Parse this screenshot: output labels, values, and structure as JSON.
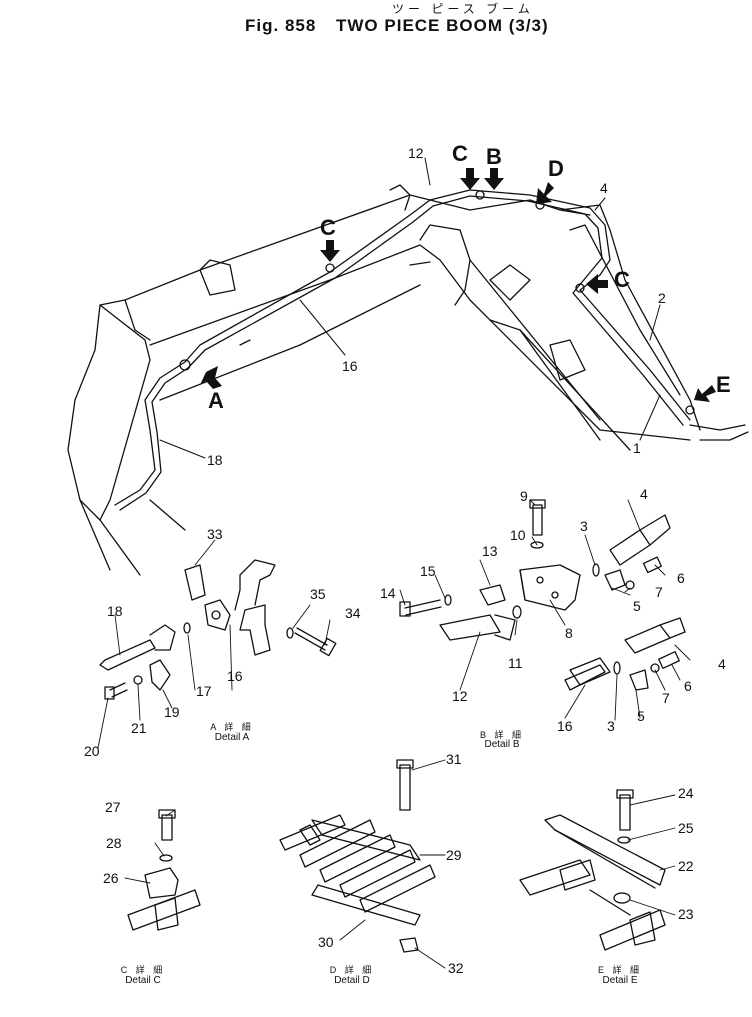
{
  "header": {
    "kana": "ツー  ピース  ブーム",
    "fig_label": "Fig. 858",
    "title": "TWO PIECE BOOM (3/3)"
  },
  "callouts": [
    "A",
    "B",
    "C",
    "C",
    "C",
    "D",
    "E"
  ],
  "part_numbers": {
    "n1": "1",
    "n2": "2",
    "n3a": "3",
    "n3b": "3",
    "n4a": "4",
    "n4b": "4",
    "n4c": "4",
    "n5a": "5",
    "n5b": "5",
    "n6a": "6",
    "n6b": "6",
    "n7a": "7",
    "n7b": "7",
    "n8": "8",
    "n9": "9",
    "n10": "10",
    "n11": "11",
    "n12a": "12",
    "n12b": "12",
    "n13": "13",
    "n14": "14",
    "n15": "15",
    "n16a": "16",
    "n16b": "16",
    "n16c": "16",
    "n17": "17",
    "n18a": "18",
    "n18b": "18",
    "n19": "19",
    "n20": "20",
    "n21": "21",
    "n22": "22",
    "n23": "23",
    "n24": "24",
    "n25": "25",
    "n26": "26",
    "n27": "27",
    "n28": "28",
    "n29": "29",
    "n30": "30",
    "n31": "31",
    "n32": "32",
    "n33": "33",
    "n34": "34",
    "n35": "35"
  },
  "details": {
    "a": {
      "jp": "A 詳 細",
      "en": "Detail A"
    },
    "b": {
      "jp": "B 詳 細",
      "en": "Detail B"
    },
    "c": {
      "jp": "C 詳 細",
      "en": "Detail C"
    },
    "d": {
      "jp": "D 詳 細",
      "en": "Detail D"
    },
    "e": {
      "jp": "E 詳 細",
      "en": "Detail E"
    }
  }
}
